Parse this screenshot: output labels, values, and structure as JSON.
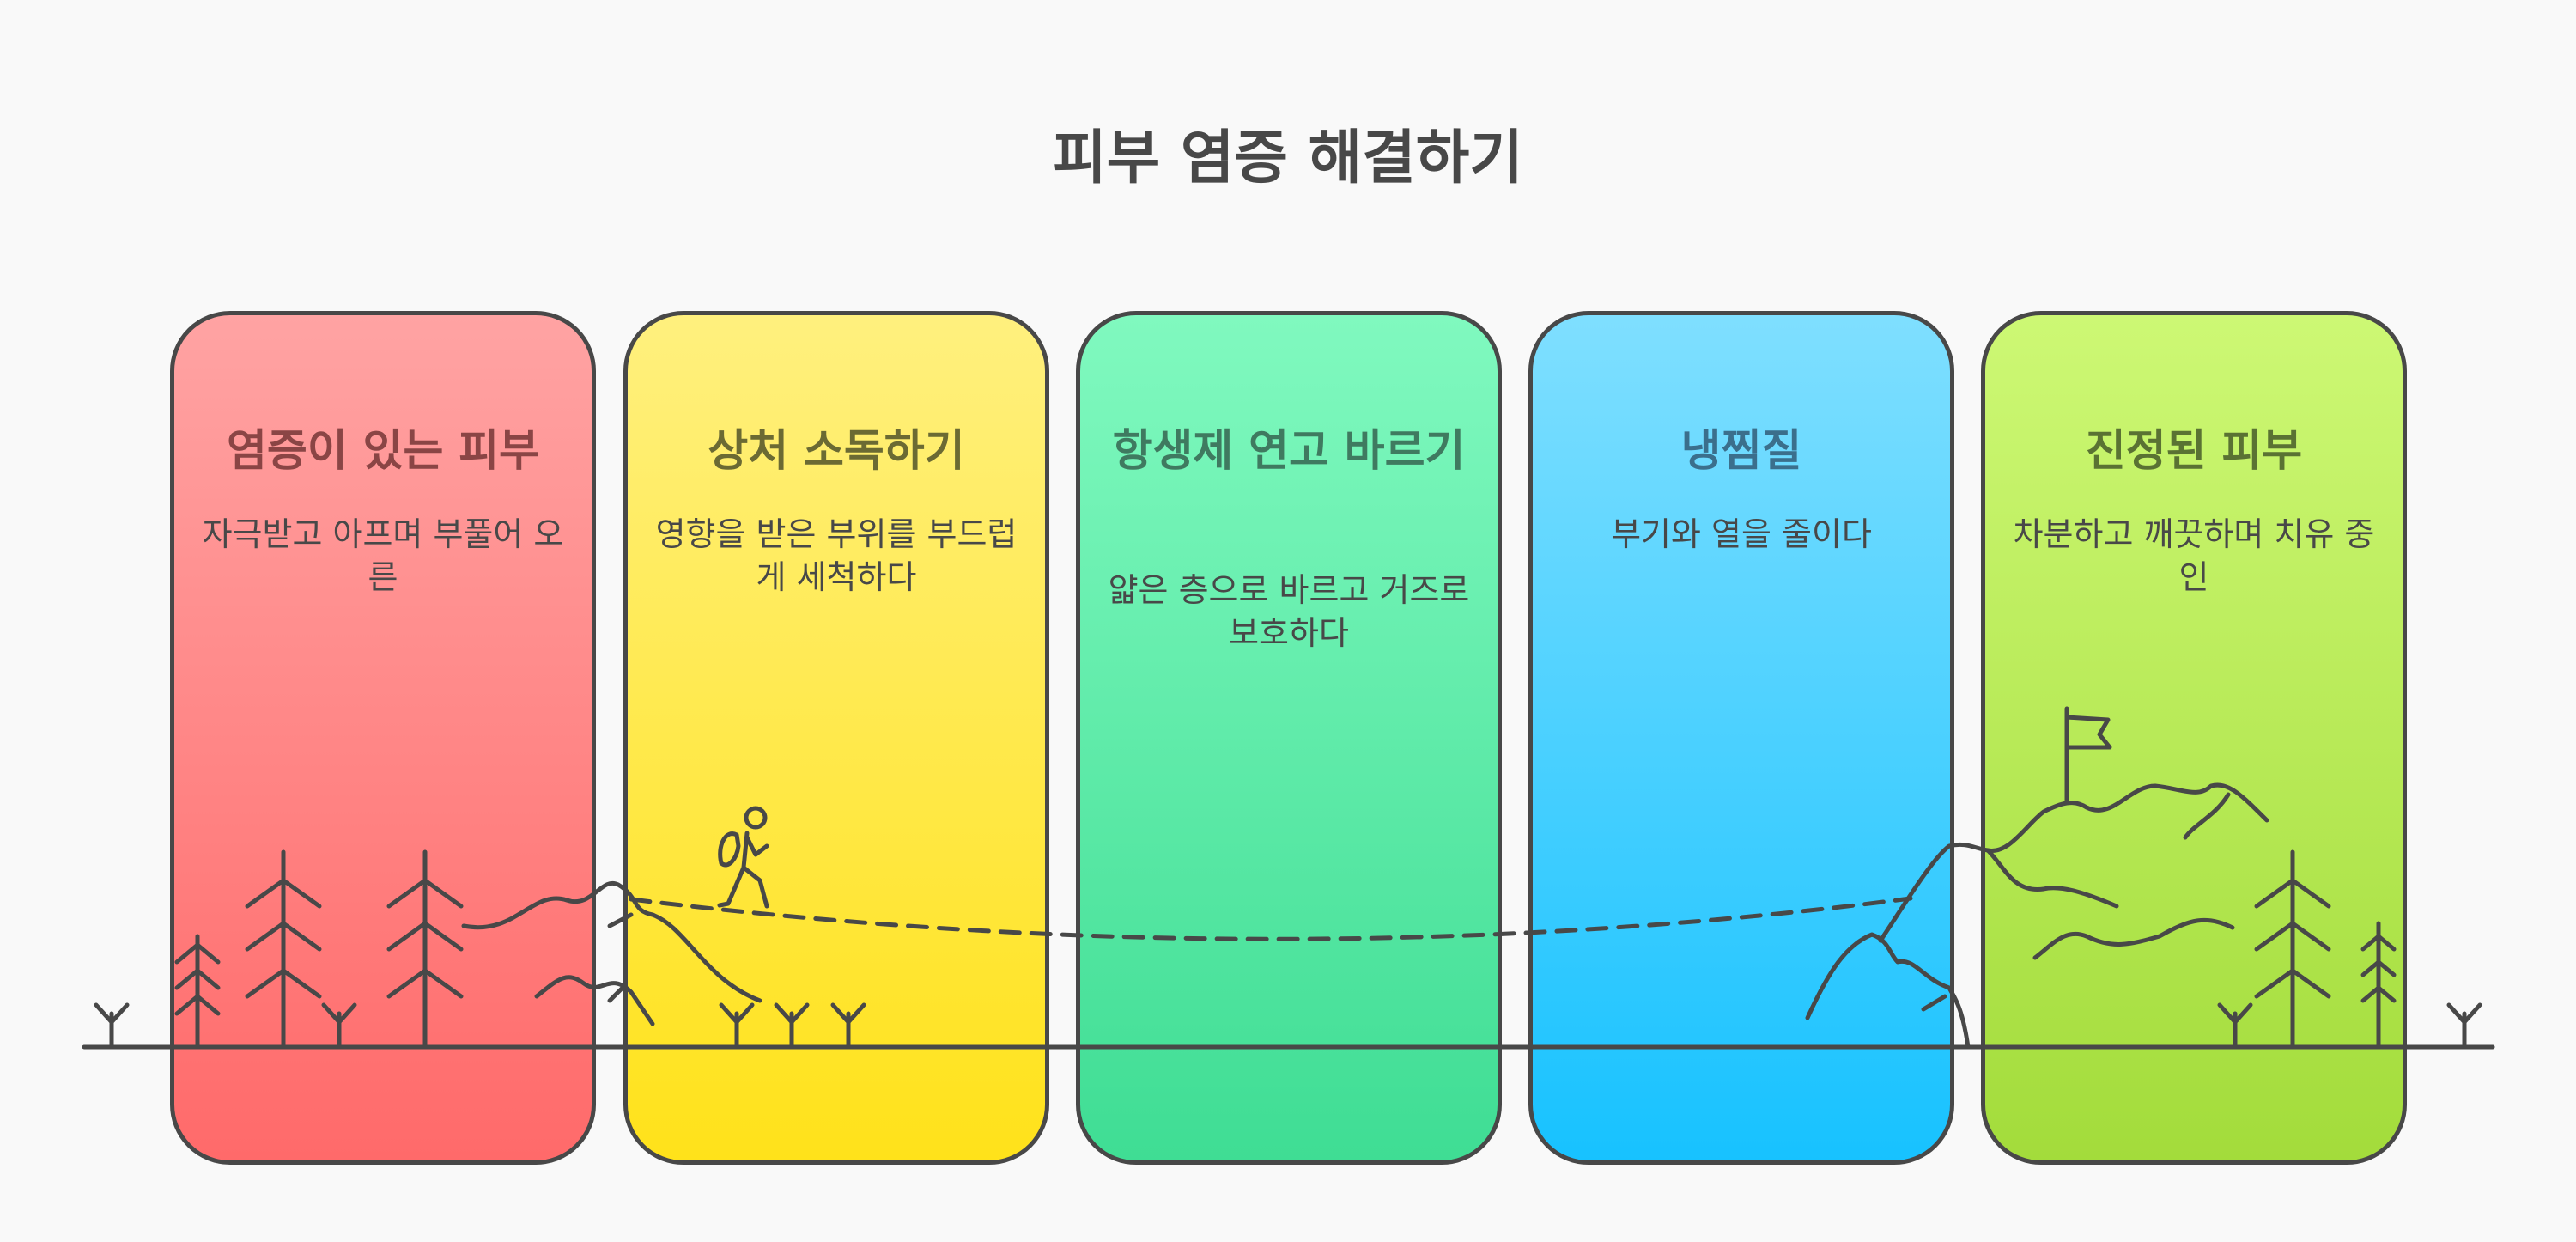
{
  "title": "피부 염증 해결하기",
  "steps": [
    {
      "title": "염증이 있는 피부",
      "description": "자극받고 아프며 부풀어 오른",
      "color_top": "#ffa3a3",
      "color_bottom": "#ff6a6a",
      "title_color": "#8a4545"
    },
    {
      "title": "상처 소독하기",
      "description": "영향을 받은 부위를 부드럽게 세척하다",
      "color_top": "#fff07e",
      "color_bottom": "#ffe21a",
      "title_color": "#6b6a33"
    },
    {
      "title": "항생제 연고 바르기",
      "description": "얇은 층으로 바르고 거즈로 보호하다",
      "color_top": "#80f9bf",
      "color_bottom": "#3fdd94",
      "title_color": "#3f7a60"
    },
    {
      "title": "냉찜질",
      "description": "부기와 열을 줄이다",
      "color_top": "#7fdfff",
      "color_bottom": "#17c2ff",
      "title_color": "#3b6f8c"
    },
    {
      "title": "진정된 피부",
      "description": "차분하고 깨끗하며 치유 중인",
      "color_top": "#cdf874",
      "color_bottom": "#a3dc3b",
      "title_color": "#5a7233"
    }
  ]
}
